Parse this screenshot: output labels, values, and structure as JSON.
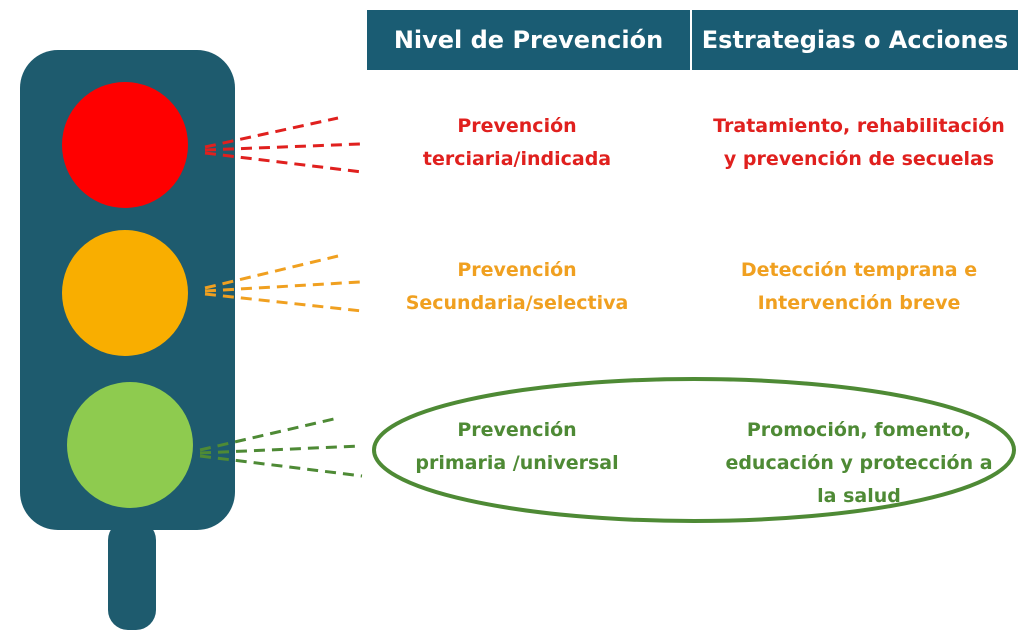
{
  "header": {
    "level_title": "Nivel de Prevención",
    "strategy_title": "Estrategias o Acciones"
  },
  "colors": {
    "header_bg": "#1a5c73",
    "traffic_light_body": "#1e5b6e",
    "red": "#ff0000",
    "orange": "#f9ae00",
    "green": "#8ecb4f",
    "red_text": "#e0201e",
    "orange_text": "#f0a020",
    "green_text": "#4e8a35"
  },
  "rows": [
    {
      "level": [
        "Prevención",
        "terciaria/indicada"
      ],
      "strategy": [
        "Tratamiento, rehabilitación",
        "y prevención de secuelas"
      ]
    },
    {
      "level": [
        "Prevención",
        "Secundaria/selectiva"
      ],
      "strategy": [
        "Detección temprana e",
        "Intervención breve"
      ]
    },
    {
      "level": [
        "Prevención",
        "primaria /universal"
      ],
      "strategy": [
        "Promoción, fomento,",
        "educación y protección a",
        "la salud"
      ]
    }
  ]
}
